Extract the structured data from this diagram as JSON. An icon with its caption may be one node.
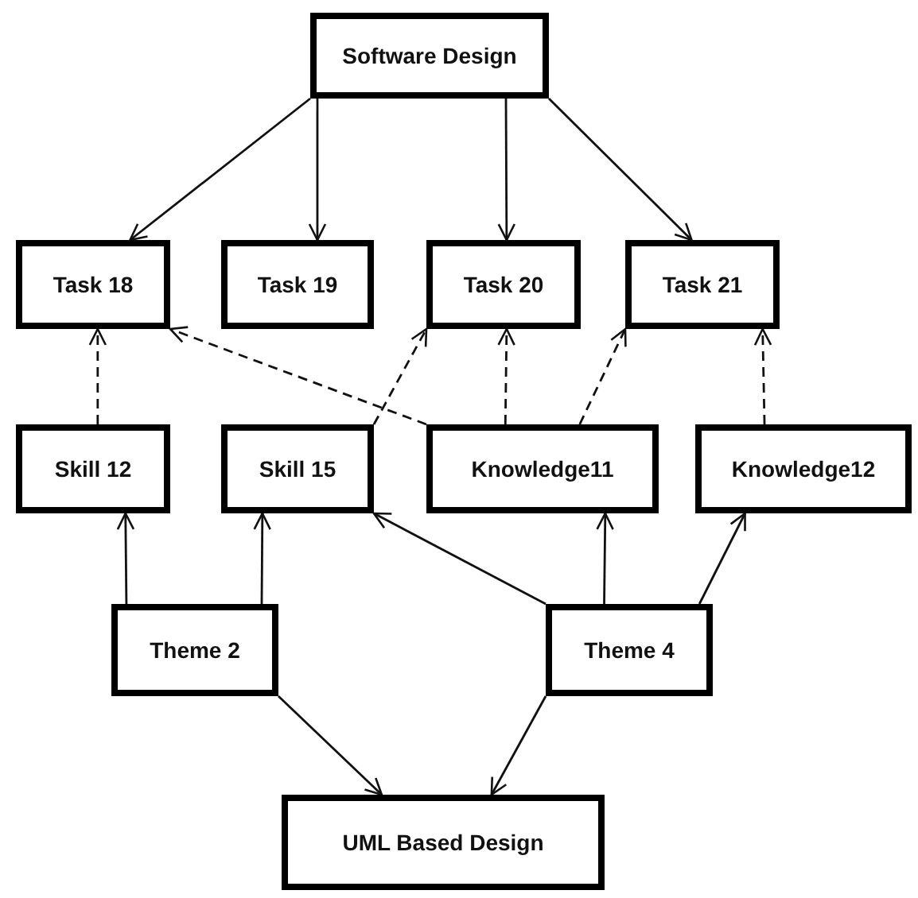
{
  "diagram": {
    "nodes": [
      {
        "text": [
          "Software Design"
        ]
      },
      {
        "text": [
          "Task 18"
        ]
      },
      {
        "text": [
          "Task 19"
        ]
      },
      {
        "text": [
          "Task 20"
        ]
      },
      {
        "text": [
          "Task 21"
        ]
      },
      {
        "text": [
          "Skill 12"
        ]
      },
      {
        "text": [
          "Skill 15"
        ]
      },
      {
        "text": [
          "Knowledge11"
        ]
      },
      {
        "text": [
          "Knowledge12"
        ]
      },
      {
        "text": [
          "Theme 2"
        ]
      },
      {
        "text": [
          "Theme 4"
        ]
      },
      {
        "text": [
          "UML Based Design"
        ]
      }
    ],
    "edges": [
      {
        "from": 0,
        "to": 1,
        "arrow": "to"
      },
      {
        "from": 0,
        "to": 2,
        "arrow": "to"
      },
      {
        "from": 0,
        "to": 3,
        "arrow": "to"
      },
      {
        "from": 0,
        "to": 4,
        "arrow": "to"
      },
      {
        "from": 5,
        "to": 1,
        "arrow": "to",
        "style": "dashed"
      },
      {
        "from": 7,
        "to": 1,
        "arrow": "to",
        "style": "dashed"
      },
      {
        "from": 6,
        "to": 3,
        "arrow": "to",
        "style": "dashed"
      },
      {
        "from": 7,
        "to": 3,
        "arrow": "to",
        "style": "dashed"
      },
      {
        "from": 7,
        "to": 4,
        "arrow": "to",
        "style": "dashed"
      },
      {
        "from": 8,
        "to": 4,
        "arrow": "to",
        "style": "dashed"
      },
      {
        "from": 9,
        "to": 5,
        "arrow": "to"
      },
      {
        "from": 9,
        "to": 6,
        "arrow": "to"
      },
      {
        "from": 10,
        "to": 6,
        "arrow": "to"
      },
      {
        "from": 10,
        "to": 7,
        "arrow": "to"
      },
      {
        "from": 10,
        "to": 8,
        "arrow": "to"
      },
      {
        "from": 9,
        "to": 11,
        "arrow": "to"
      },
      {
        "from": 10,
        "to": 11,
        "arrow": "to"
      }
    ]
  }
}
